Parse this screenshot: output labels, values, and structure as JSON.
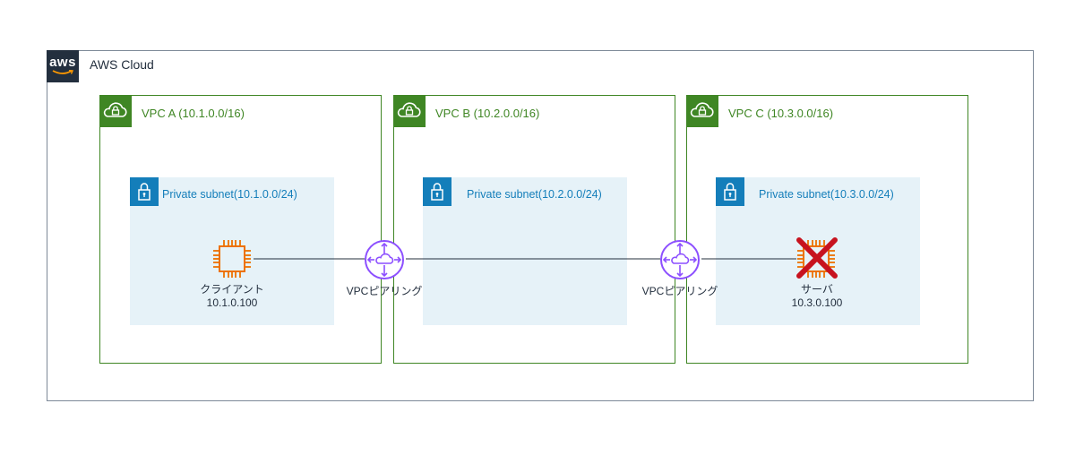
{
  "cloud": {
    "label": "AWS Cloud",
    "logo_text": "aws"
  },
  "vpcs": [
    {
      "label": "VPC A (10.1.0.0/16)",
      "subnet_label": "Private subnet(10.1.0.0/24)"
    },
    {
      "label": "VPC B (10.2.0.0/16)",
      "subnet_label": "Private subnet(10.2.0.0/24)"
    },
    {
      "label": "VPC C (10.3.0.0/16)",
      "subnet_label": "Private subnet(10.3.0.0/24)"
    }
  ],
  "client": {
    "name": "クライアント",
    "ip": "10.1.0.100"
  },
  "server": {
    "name": "サーバ",
    "ip": "10.3.0.100"
  },
  "peerings": [
    {
      "label": "VPCピアリング"
    },
    {
      "label": "VPCピアリング"
    }
  ],
  "colors": {
    "vpc_green": "#3f8624",
    "subnet_blue": "#147eba",
    "subnet_fill": "#e6f2f8",
    "ec2_orange": "#ed7100",
    "peering_purple": "#8c4fff",
    "cross_red": "#c7131f"
  }
}
